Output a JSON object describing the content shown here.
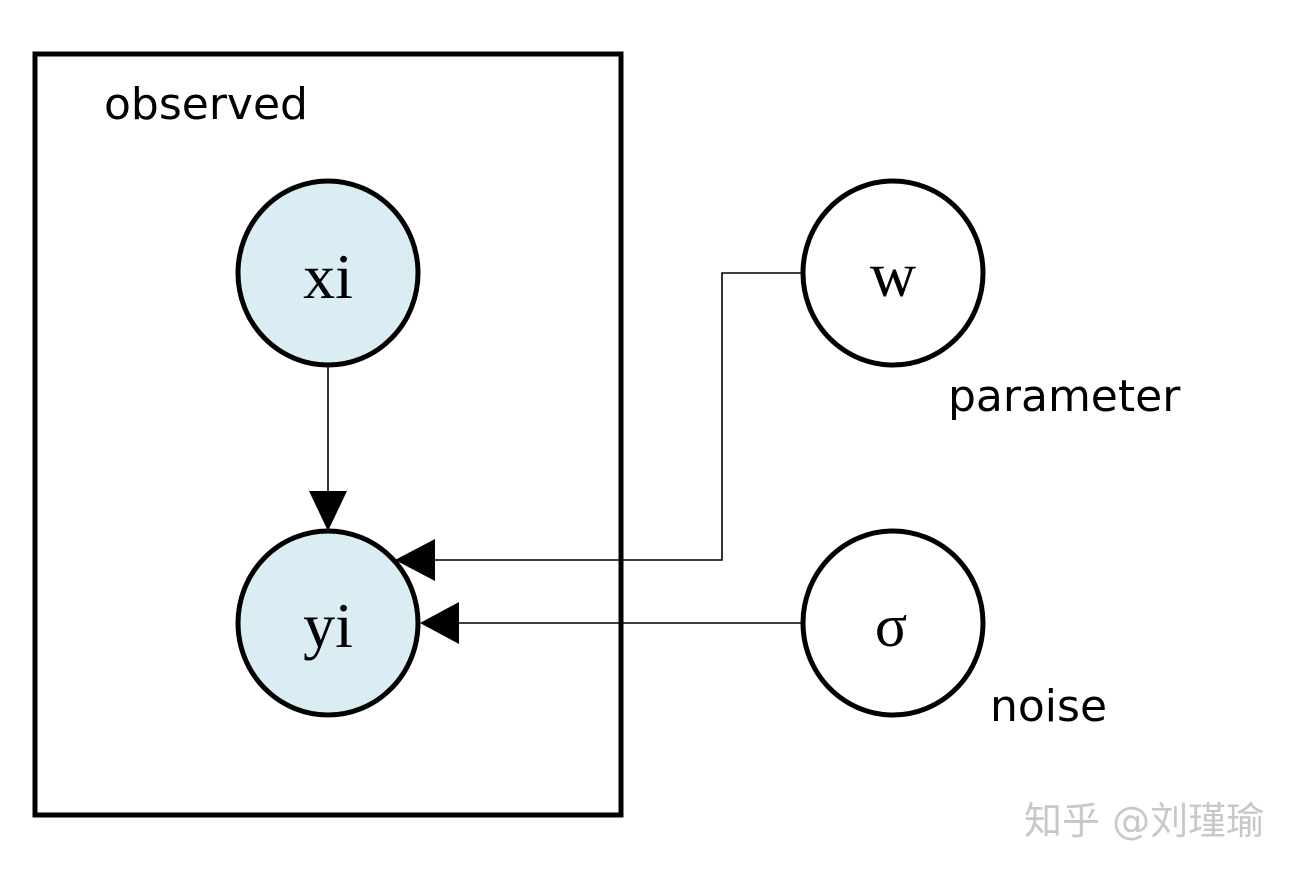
{
  "diagram": {
    "type": "probabilistic-graphical-model",
    "plate": {
      "label": "observed"
    },
    "nodes": [
      {
        "id": "xi",
        "label": "xi",
        "observed": true,
        "fill": "#daedf3"
      },
      {
        "id": "yi",
        "label": "yi",
        "observed": true,
        "fill": "#daedf3"
      },
      {
        "id": "w",
        "label": "w",
        "observed": false,
        "fill": "#ffffff",
        "caption": "parameter"
      },
      {
        "id": "sigma",
        "label": "σ",
        "observed": false,
        "fill": "#ffffff",
        "caption": "noise"
      }
    ],
    "edges": [
      {
        "from": "xi",
        "to": "yi"
      },
      {
        "from": "w",
        "to": "yi"
      },
      {
        "from": "sigma",
        "to": "yi"
      }
    ],
    "colors": {
      "observed_fill": "#daedf3",
      "stroke": "#000000",
      "watermark": "#c8c8c8"
    }
  },
  "watermark": {
    "text": "知乎 @刘瑾瑜"
  }
}
